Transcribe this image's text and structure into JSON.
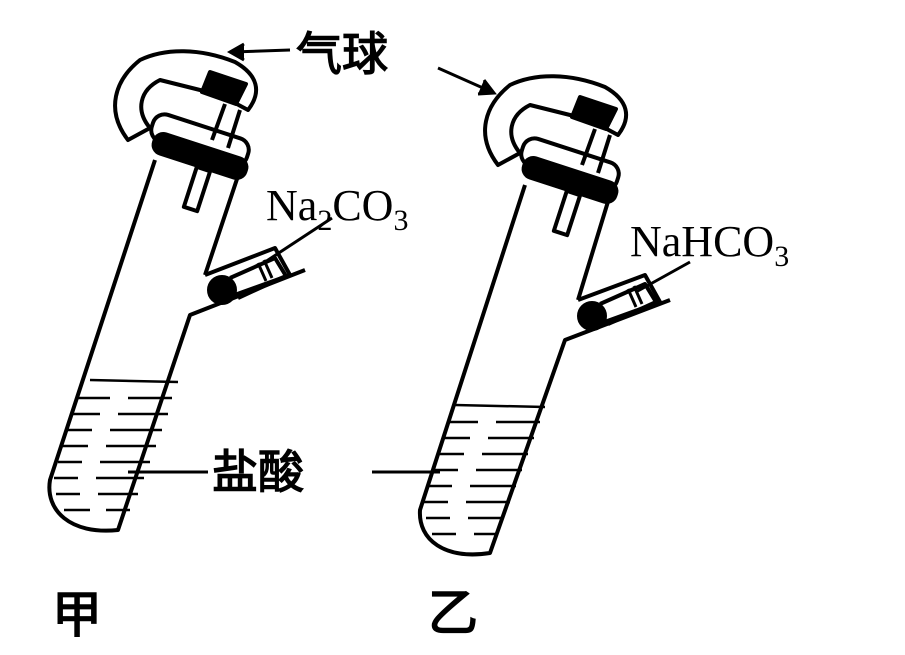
{
  "labels": {
    "balloon": "气球",
    "acid": "盐酸",
    "left_tube": "甲",
    "right_tube": "乙",
    "left_reagent": {
      "base": "Na",
      "sub1": "2",
      "mid": "CO",
      "sub2": "3"
    },
    "right_reagent": {
      "base": "NaHCO",
      "sub": "3"
    }
  },
  "colors": {
    "ink": "#000000",
    "background": "#ffffff"
  }
}
